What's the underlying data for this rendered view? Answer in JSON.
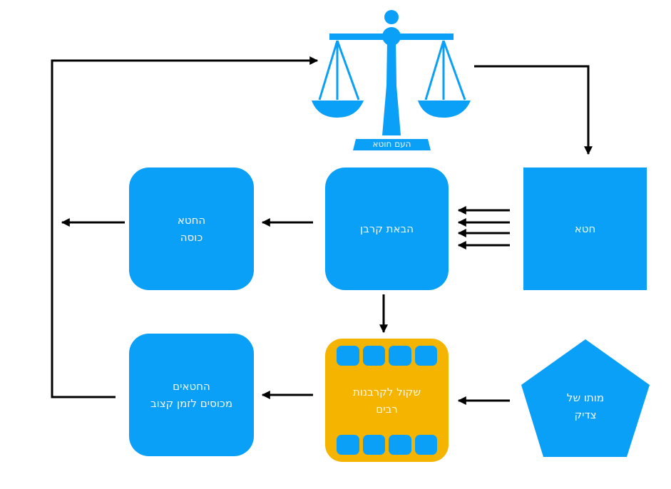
{
  "diagram": {
    "scale": {
      "label": "העם חוטא",
      "icon": "balance-scale-icon"
    },
    "nodes": {
      "sin": "חטא",
      "offering": "הבאת קרבן",
      "sin_covered": "החטא\nכוסה",
      "many_offerings": "שקול לקרבנות\nרבים",
      "sins_covered_time": "החטאים\nמכוסים לזמן קצוב",
      "death_righteous": "מותו של\nצדיק"
    },
    "colors": {
      "blue": "#0aa0f7",
      "gold": "#f5b400",
      "arrow": "#000000",
      "text": "#f2f8ff"
    }
  }
}
